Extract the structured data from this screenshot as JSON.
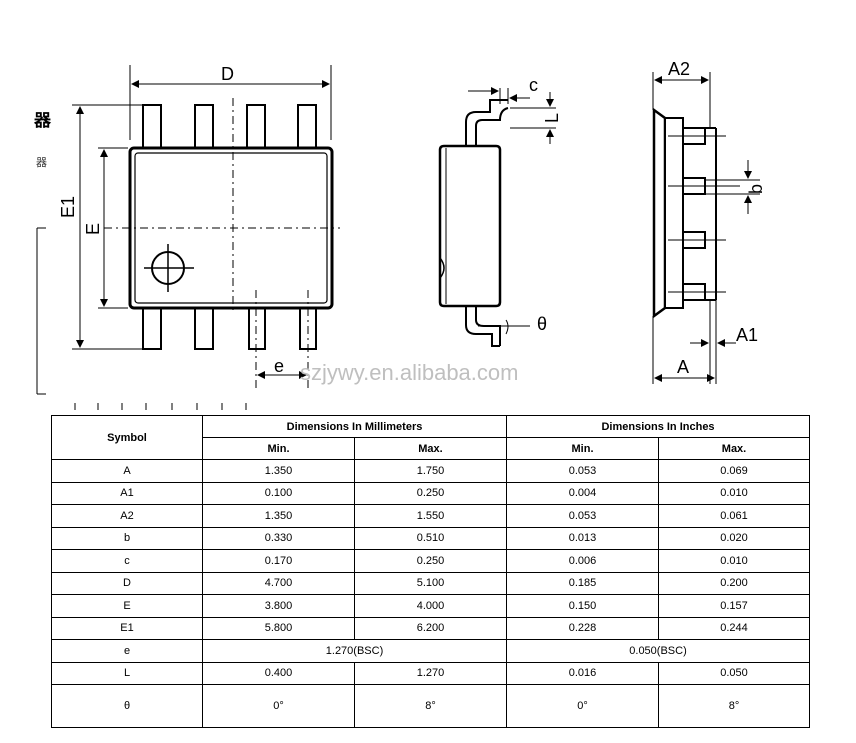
{
  "side_marks": [
    "器",
    "器"
  ],
  "diagram": {
    "top_view": {
      "dim_top": "D",
      "dim_left_outer": "E1",
      "dim_left_inner": "E",
      "dim_bottom": "e"
    },
    "side_view": {
      "dim_c": "c",
      "dim_L": "L",
      "dim_theta": "θ"
    },
    "end_view": {
      "dim_top": "A2",
      "dim_b": "b",
      "dim_A1": "A1",
      "dim_A": "A"
    },
    "watermark": "szjywy.en.alibaba.com"
  },
  "table": {
    "symbol_header": "Symbol",
    "groups": [
      "Dimensions In Millimeters",
      "Dimensions In Inches"
    ],
    "sub_headers": [
      "Min.",
      "Max.",
      "Min.",
      "Max."
    ],
    "rows": [
      {
        "symbol": "A",
        "mm_min": "1.350",
        "mm_max": "1.750",
        "in_min": "0.053",
        "in_max": "0.069"
      },
      {
        "symbol": "A1",
        "mm_min": "0.100",
        "mm_max": "0.250",
        "in_min": "0.004",
        "in_max": "0.010"
      },
      {
        "symbol": "A2",
        "mm_min": "1.350",
        "mm_max": "1.550",
        "in_min": "0.053",
        "in_max": "0.061"
      },
      {
        "symbol": "b",
        "mm_min": "0.330",
        "mm_max": "0.510",
        "in_min": "0.013",
        "in_max": "0.020"
      },
      {
        "symbol": "c",
        "mm_min": "0.170",
        "mm_max": "0.250",
        "in_min": "0.006",
        "in_max": "0.010"
      },
      {
        "symbol": "D",
        "mm_min": "4.700",
        "mm_max": "5.100",
        "in_min": "0.185",
        "in_max": "0.200"
      },
      {
        "symbol": "E",
        "mm_min": "3.800",
        "mm_max": "4.000",
        "in_min": "0.150",
        "in_max": "0.157"
      },
      {
        "symbol": "E1",
        "mm_min": "5.800",
        "mm_max": "6.200",
        "in_min": "0.228",
        "in_max": "0.244"
      }
    ],
    "row_e": {
      "symbol": "e",
      "mm": "1.270(BSC)",
      "in": "0.050(BSC)"
    },
    "row_L": {
      "symbol": "L",
      "mm_min": "0.400",
      "mm_max": "1.270",
      "in_min": "0.016",
      "in_max": "0.050"
    },
    "row_theta": {
      "symbol": "θ",
      "mm_min": "0°",
      "mm_max": "8°",
      "in_min": "0°",
      "in_max": "8°"
    }
  }
}
